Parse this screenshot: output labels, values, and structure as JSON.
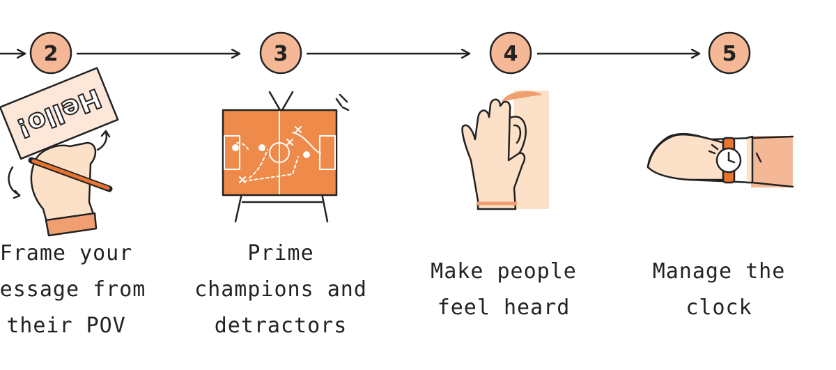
{
  "colors": {
    "accent": "#F5B896",
    "accent_dark": "#E8742F",
    "ink": "#222222",
    "skin": "#FCE0C8"
  },
  "steps": [
    {
      "number": "2",
      "icon": "hand-writing-hello-sign-icon",
      "sign_text": "Hello!",
      "caption": [
        "Frame your",
        "message from",
        "their POV"
      ]
    },
    {
      "number": "3",
      "icon": "tactics-board-on-easel-icon",
      "caption": [
        "Prime",
        "champions and",
        "detractors"
      ]
    },
    {
      "number": "4",
      "icon": "hand-cupped-to-ear-icon",
      "caption": [
        "Make people",
        "feel heard"
      ]
    },
    {
      "number": "5",
      "icon": "wrist-watch-icon",
      "caption": [
        "Manage the",
        "clock"
      ]
    }
  ]
}
